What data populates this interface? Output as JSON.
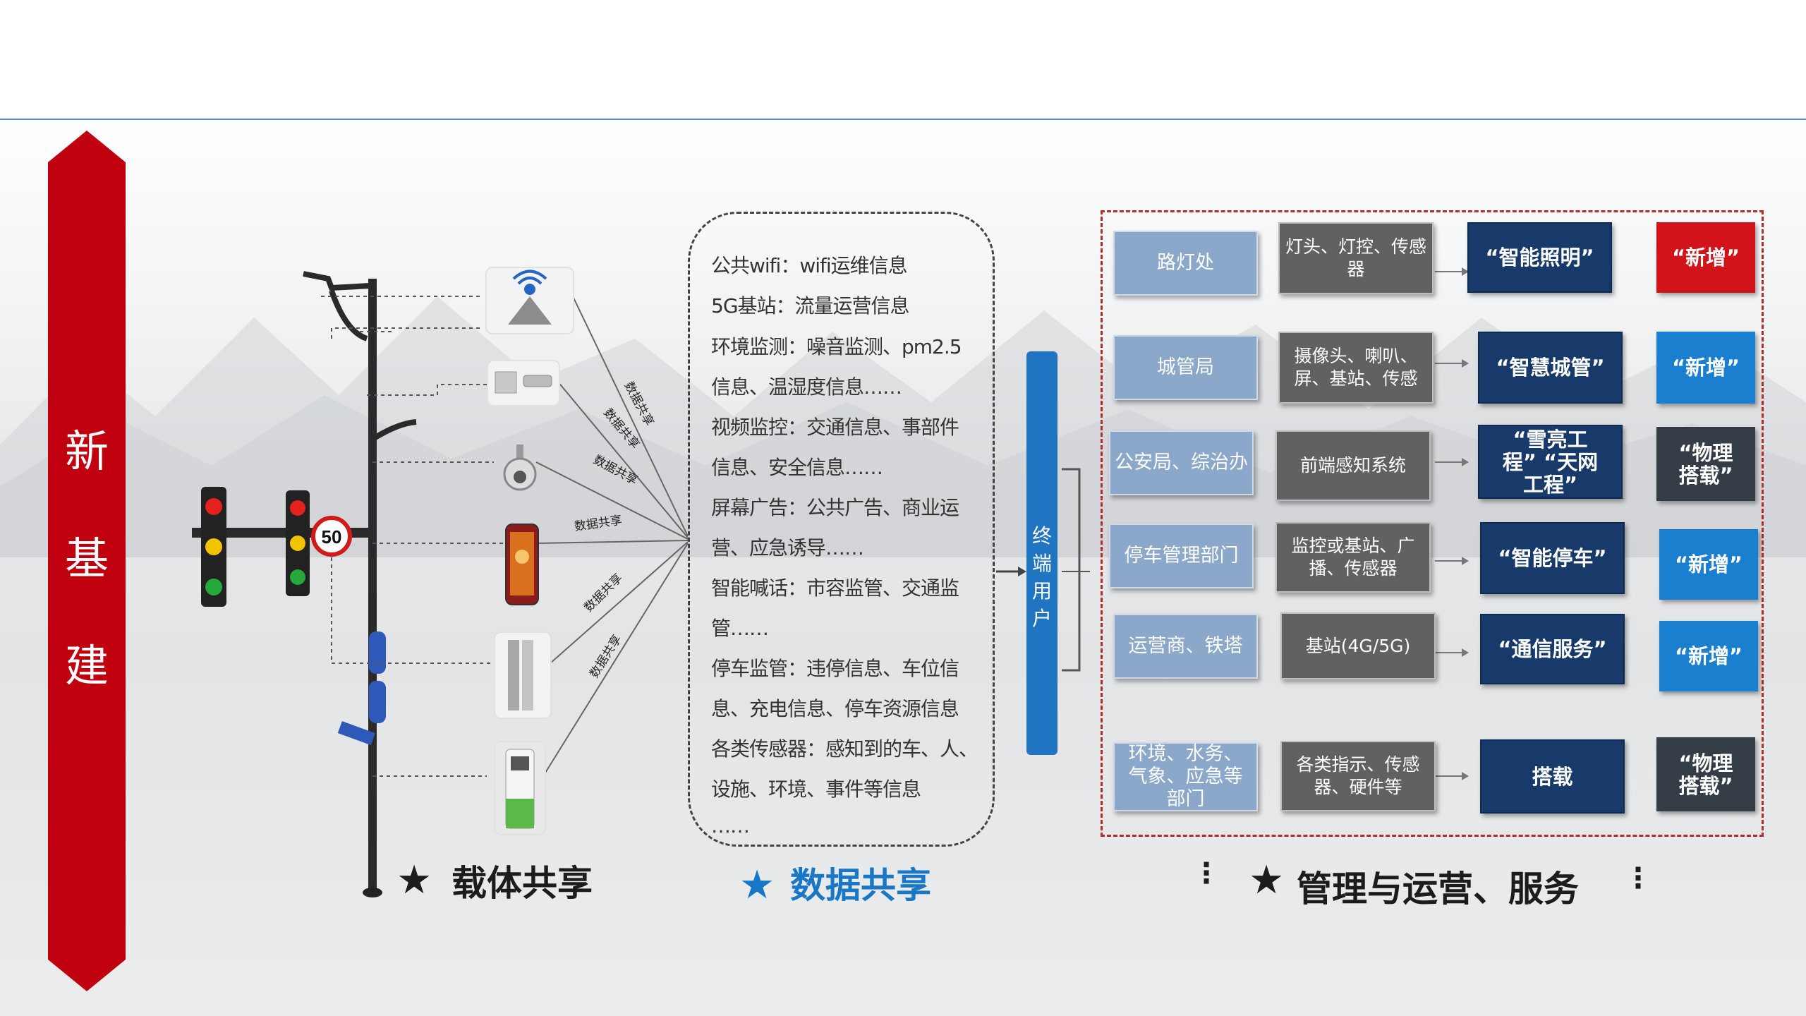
{
  "ribbon": {
    "chars": [
      "新",
      "基",
      "建"
    ]
  },
  "device_tags": {
    "labels": [
      "数据共享",
      "数据共享",
      "数据共享",
      "数据共享",
      "数据共享",
      "数据共享"
    ]
  },
  "data_box": {
    "lines": [
      "公共wifi：wifi运维信息",
      "5G基站：流量运营信息",
      "环境监测：噪音监测、pm2.5",
      "信息、温湿度信息……",
      "视频监控：交通信息、事部件",
      "信息、安全信息……",
      "屏幕广告：公共广告、商业运",
      "营、应急诱导……",
      "智能喊话：市容监管、交通监",
      "管……",
      "停车监管：违停信息、车位信",
      "息、充电信息、停车资源信息",
      "各类传感器：感知到的车、人、",
      "设施、环境、事件等信息",
      "……"
    ]
  },
  "terminal": {
    "label": "终端用户"
  },
  "rows": [
    {
      "dept": "路灯处",
      "device": "灯头、灯控、传感器",
      "service": "“智能照明”",
      "tag": "“新增”",
      "tag_color": "red"
    },
    {
      "dept": "城管局",
      "device": "摄像头、喇叭、屏、基站、传感",
      "service": "“智慧城管”",
      "tag": "“新增”",
      "tag_color": "blue"
    },
    {
      "dept": "公安局、综治办",
      "device": "前端感知系统",
      "service": "“雪亮工程” “天网工程”",
      "tag": "“物理搭载”",
      "tag_color": "dark"
    },
    {
      "dept": "停车管理部门",
      "device": "监控或基站、广播、传感器",
      "service": "“智能停车”",
      "tag": "“新增”",
      "tag_color": "blue"
    },
    {
      "dept": "运营商、铁塔",
      "device": "基站(4G/5G)",
      "service": "“通信服务”",
      "tag": "“新增”",
      "tag_color": "blue"
    },
    {
      "dept": "环境、水务、气象、应急等部门",
      "device": "各类指示、传感器、硬件等",
      "service": "搭载",
      "tag": "“物理搭载”",
      "tag_color": "dark"
    }
  ],
  "captions": {
    "carrier": "载体共享",
    "data": "数据共享",
    "management": "管理与运营、服务",
    "star": "★",
    "dots": "⋮"
  },
  "road_sign": {
    "speed": "50"
  },
  "colors": {
    "ribbon": "#c1000f",
    "terminal": "#1f75c2",
    "dept_box": "#8ba7c9",
    "device_box": "#616161",
    "service_box": "#173a6a",
    "tag_red": "#d2141a",
    "tag_blue": "#1b7fd0",
    "tag_dark": "#343c46"
  }
}
